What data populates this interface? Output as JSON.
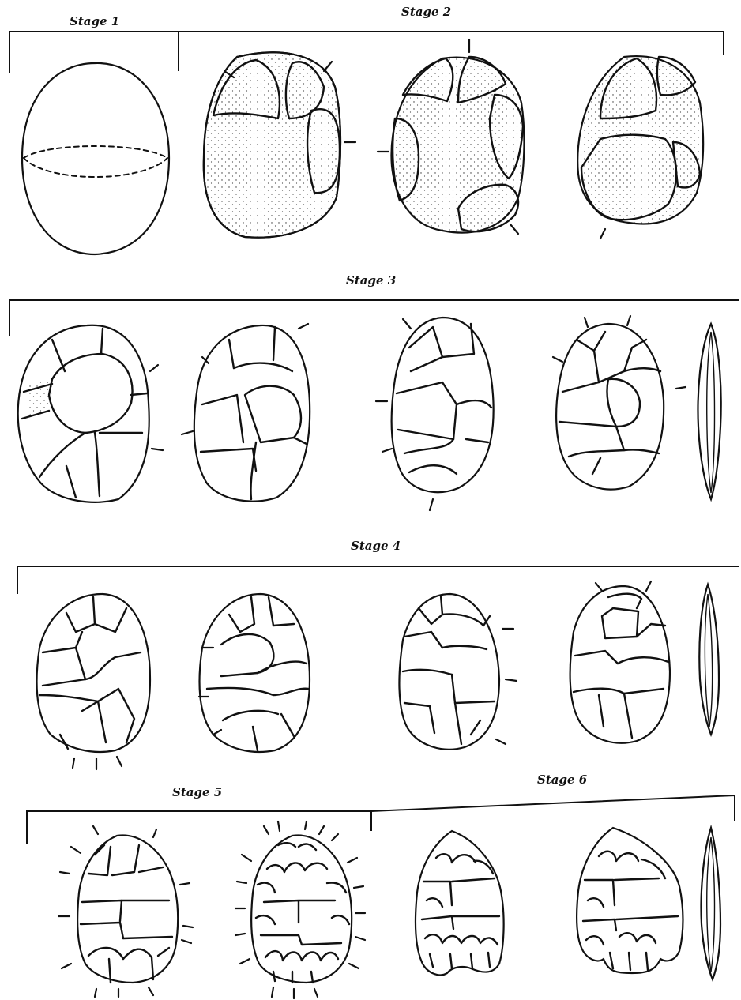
{
  "figure": {
    "stages": [
      {
        "id": "stage1",
        "label": "Stage 1"
      },
      {
        "id": "stage2",
        "label": "Stage 2"
      },
      {
        "id": "stage3",
        "label": "Stage 3"
      },
      {
        "id": "stage4",
        "label": "Stage 4"
      },
      {
        "id": "stage5",
        "label": "Stage 5"
      },
      {
        "id": "stage6",
        "label": "Stage 6"
      }
    ]
  },
  "icons": {
    "dot_pattern": "cortex-stipple",
    "ticks": "flake-removal-direction-marks"
  },
  "colors": {
    "ink": "#111111",
    "paper": "#ffffff"
  }
}
